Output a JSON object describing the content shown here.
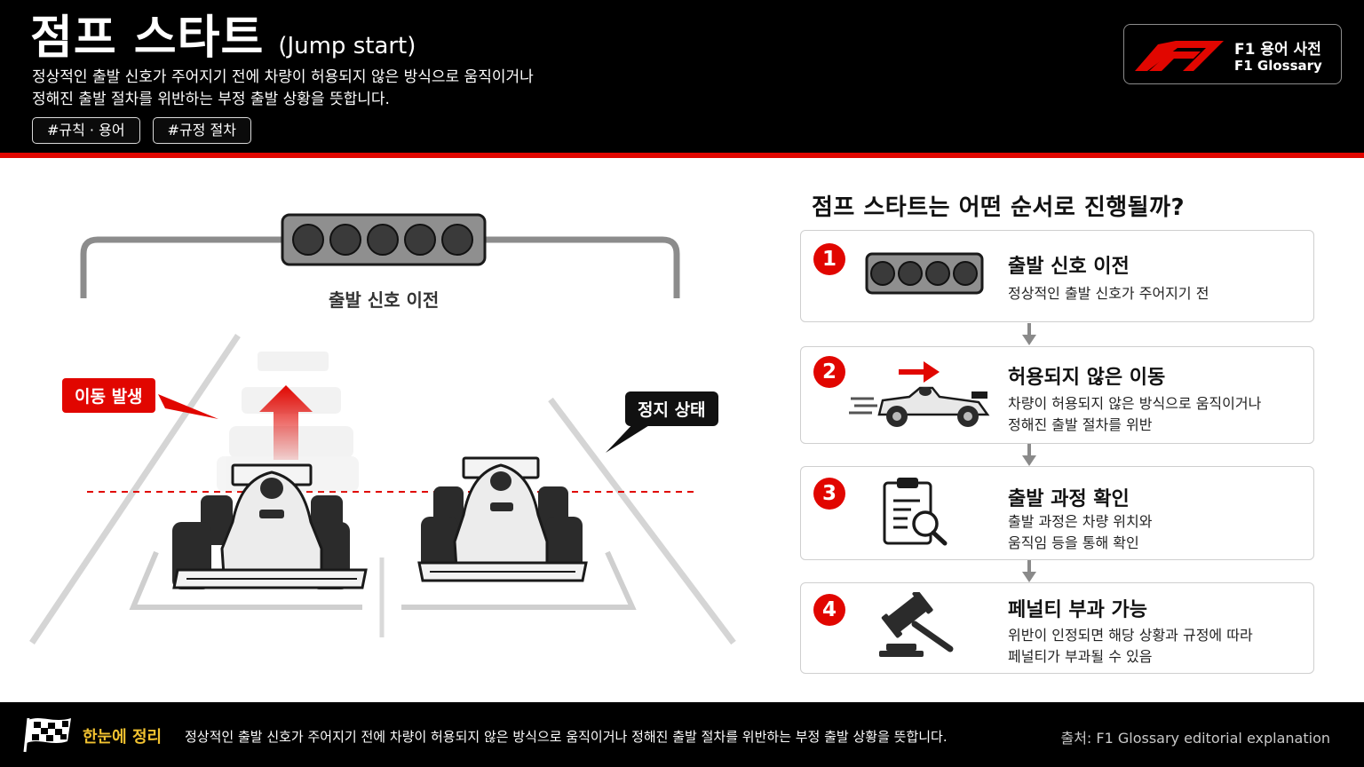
{
  "header": {
    "title": "점프 스타트",
    "title_en": "(Jump start)",
    "desc_line1": "정상적인 출발 신호가 주어지기 전에 차량이 허용되지 않은 방식으로 움직이거나",
    "desc_line2": "정해진 출발 절차를 위반하는 부정 출발 상황을 뜻합니다.",
    "tags": [
      "#규칙 · 용어",
      "#규정 절차"
    ]
  },
  "brand": {
    "title": "F1 용어 사전",
    "subtitle": "F1 Glossary",
    "logo_icon": "f1-logo-icon"
  },
  "illustration": {
    "lights_label": "출발 신호 이전",
    "moving_label": "이동 발생",
    "stopped_label": "정지 상태"
  },
  "steps": {
    "title": "점프 스타트는 어떤 순서로 진행될까?",
    "items": [
      {
        "num": "1",
        "heading": "출발 신호 이전",
        "line1": "정상적인 출발 신호가 주어지기 전",
        "line2": "",
        "icon": "start-lights-icon"
      },
      {
        "num": "2",
        "heading": "허용되지 않은 이동",
        "line1": "차량이 허용되지 않은 방식으로 움직이거나",
        "line2": "정해진 출발 절차를 위반",
        "icon": "moving-car-icon"
      },
      {
        "num": "3",
        "heading": "출발 과정 확인",
        "line1": "출발 과정은 차량 위치와",
        "line2": "움직임 등을 통해 확인",
        "icon": "clipboard-search-icon"
      },
      {
        "num": "4",
        "heading": "페널티 부과 가능",
        "line1": "위반이 인정되면 해당 상황과 규정에 따라",
        "line2": "페널티가 부과될 수 있음",
        "icon": "gavel-icon"
      }
    ]
  },
  "footer": {
    "label": "한눈에 정리",
    "summary": "정상적인 출발 신호가 주어지기 전에 차량이 허용되지 않은 방식으로 움직이거나 정해진 출발 절차를 위반하는 부정 출발 상황을 뜻합니다.",
    "source": "출처: F1 Glossary editorial explanation"
  },
  "colors": {
    "accent": "#e10600",
    "header_bg": "#000000",
    "footer_label": "#f2c230"
  }
}
